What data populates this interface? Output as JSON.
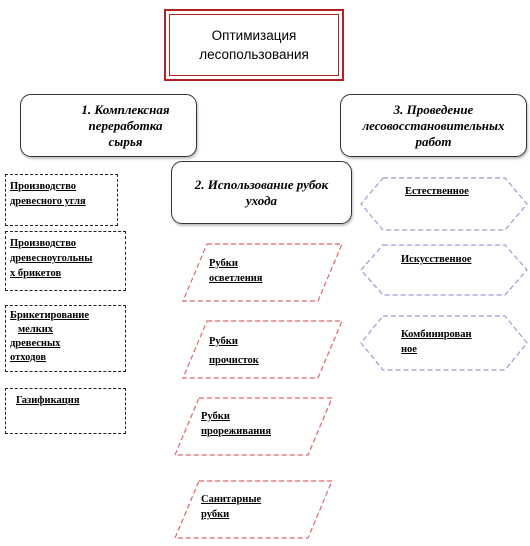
{
  "title": {
    "line1": "Оптимизация",
    "line2": "лесопользования"
  },
  "nodes": {
    "box1": {
      "line1": "1. Комплексная",
      "line2": "переработка",
      "line3": "сырья"
    },
    "box2": {
      "line1": "2. Использование рубок",
      "line2": "ухода"
    },
    "box3": {
      "line1": "3. Проведение",
      "line2": "лесовосстановительных",
      "line3": "работ"
    }
  },
  "processing_items": [
    {
      "line1": "Производство",
      "line2": "древесного угля"
    },
    {
      "line1": "Производство",
      "line2": "древесноугольны",
      "line3": "х брикетов"
    },
    {
      "line1": "Брикетирование",
      "line2": "мелких",
      "line3": "древесных",
      "line4": "отходов"
    },
    {
      "line1": "Газификация"
    }
  ],
  "thinning_items": [
    {
      "line1": "Рубки",
      "line2": "осветления"
    },
    {
      "line1": "Рубки",
      "line2": "прочисток"
    },
    {
      "line1": "Рубки",
      "line2": "прореживания"
    },
    {
      "line1": "Санитарные",
      "line2": "рубки"
    }
  ],
  "reforestation_items": [
    {
      "line1": "Естественное"
    },
    {
      "line1": "Искусственное"
    },
    {
      "line1": "Комбинирован",
      "line2": "ное"
    }
  ],
  "colors": {
    "title_border": "#b22222",
    "box_border": "#333333",
    "rect_dash": "#222222",
    "parallelogram_dash": "#e06666",
    "hexagon_dash": "#9b9bd6"
  }
}
